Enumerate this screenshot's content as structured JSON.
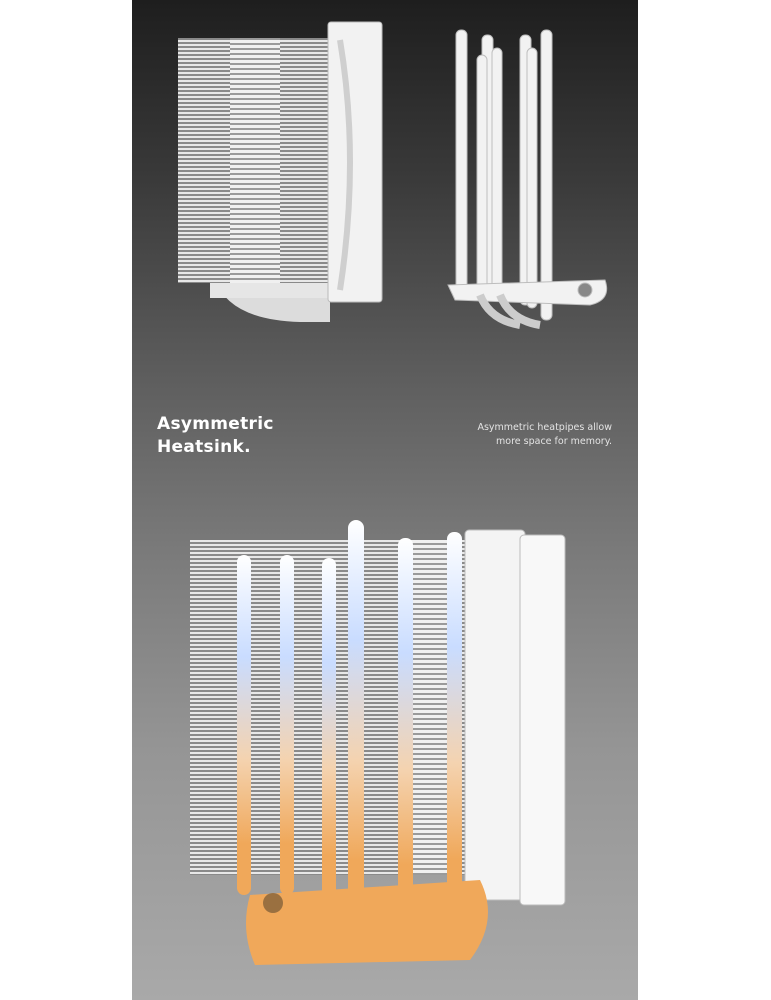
{
  "headline": {
    "line1": "Asymmetric",
    "line2": "Heatsink."
  },
  "description": {
    "line1": "Asymmetric heatpipes allow",
    "line2": "more space for memory."
  },
  "colors": {
    "panel_top": "#1e1e1e",
    "panel_bottom": "#a9a9a9",
    "copper": "#f0a85a",
    "glow": "#c9dcff"
  }
}
